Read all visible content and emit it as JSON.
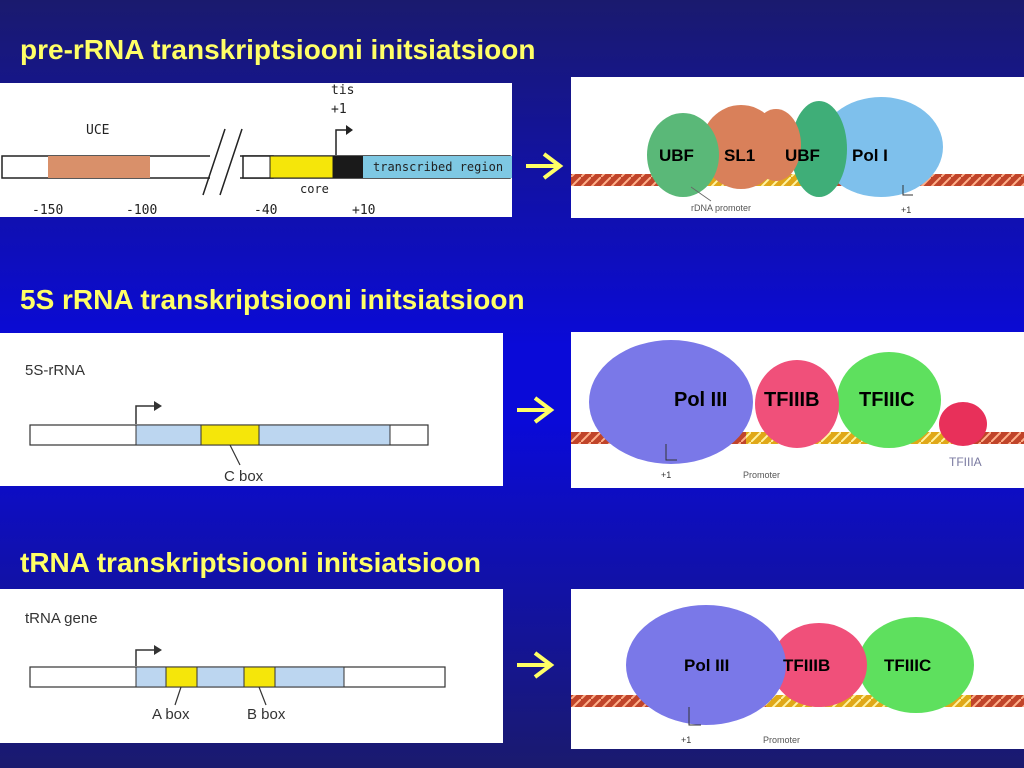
{
  "sections": [
    {
      "title": "pre-rRNA transkriptsiooni initsiatsioon",
      "gene": {
        "uce_label": "UCE",
        "tis_label": "tis",
        "plus1_label": "+1",
        "core_label": "core",
        "transcribed_label": "transcribed region",
        "ticks": [
          "-150",
          "-100",
          "-40",
          "+10"
        ]
      },
      "complex": {
        "labels": [
          "UBF",
          "SL1",
          "UBF",
          "Pol I"
        ],
        "promoter_label": "rDNA promoter",
        "plus1_label": "+1"
      }
    },
    {
      "title": "5S rRNA transkriptsiooni initsiatsioon",
      "gene": {
        "name": "5S-rRNA",
        "box_label": "C box"
      },
      "complex": {
        "labels": [
          "Pol III",
          "TFIIIB",
          "TFIIIC"
        ],
        "extra_label": "TFIIIA",
        "promoter_label": "Promoter",
        "plus1_label": "+1"
      }
    },
    {
      "title": "tRNA transkriptsiooni initsiatsioon",
      "gene": {
        "name": "tRNA gene",
        "box_a_label": "A box",
        "box_b_label": "B box"
      },
      "complex": {
        "labels": [
          "Pol III",
          "TFIIIB",
          "TFIIIC"
        ],
        "promoter_label": "Promoter",
        "plus1_label": "+1"
      }
    }
  ],
  "arrow_glyph": "➔",
  "colors": {
    "title": "#ffff66",
    "uce": "#d9906a",
    "core": "#f5e60a",
    "transcribed": "#7ec8e3",
    "pol3": "#7a78e8",
    "tfiiib": "#f0507a",
    "tfiiic": "#5ee05e",
    "ubf": "#3fae78",
    "sl1": "#d9805a",
    "pol1": "#7ec0ec"
  }
}
